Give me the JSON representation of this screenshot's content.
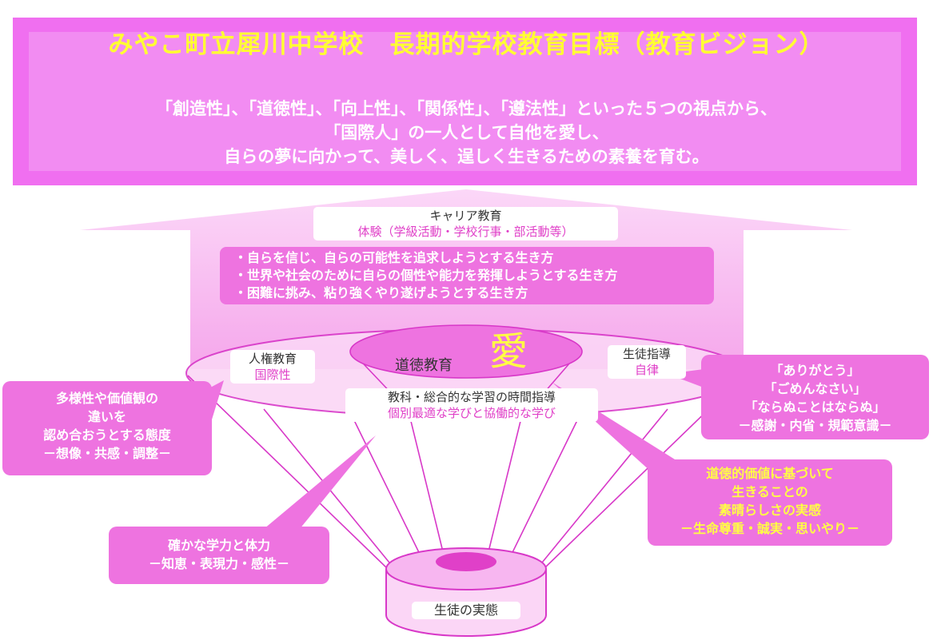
{
  "header": {
    "title": "みやこ町立犀川中学校　長期的学校教育目標（教育ビジョン）",
    "vision_lines": [
      "「創造性」、「道徳性」、「向上性」、「関係性」、「遵法性」といった５つの視点から、",
      "「国際人」の一人として自他を愛し、",
      "自らの夢に向かって、美しく、逞しく生きるための素養を育む。"
    ]
  },
  "career": {
    "title": "キャリア教育",
    "subtitle": "体験（学級活動・学校行事・部活動等）",
    "items": [
      "・自らを信じ、自らの可能性を追求しようとする生き方",
      "・世界や社会のために自らの個性や能力を発揮しようとする生き方",
      "・困難に挑み、粘り強くやり遂げようとする生き方"
    ]
  },
  "center": {
    "moral_label": "道徳教育",
    "love_label": "愛"
  },
  "human_rights": {
    "title": "人権教育",
    "subtitle": "国際性"
  },
  "guidance": {
    "title": "生徒指導",
    "subtitle": "自律"
  },
  "subjects": {
    "title": "教科・総合的な学習の時間指導",
    "subtitle": "個別最適な学びと協働的な学び"
  },
  "callouts": {
    "diversity": [
      "多様性や価値観の",
      "違いを",
      "認め合おうとする態度",
      "－想像・共感・調整－"
    ],
    "gratitude": [
      "「ありがとう」",
      "「ごめんなさい」",
      "「ならぬことはならぬ」",
      "－感謝・内省・規範意識－"
    ],
    "moral_value": [
      "道徳的価値に基づいて",
      "生きることの",
      "素晴らしさの実感",
      "－生命尊重・誠実・思いやり－"
    ],
    "academic": [
      "確かな学力と体力",
      "－知恵・表現力・感性－"
    ]
  },
  "base": {
    "label": "生徒の実態"
  },
  "colors": {
    "header": "#f06ff0",
    "title": "#ffff33",
    "pink_box": "#ee73e0",
    "arrow": "#f7b6f0",
    "accent_text": "#e040c8"
  }
}
